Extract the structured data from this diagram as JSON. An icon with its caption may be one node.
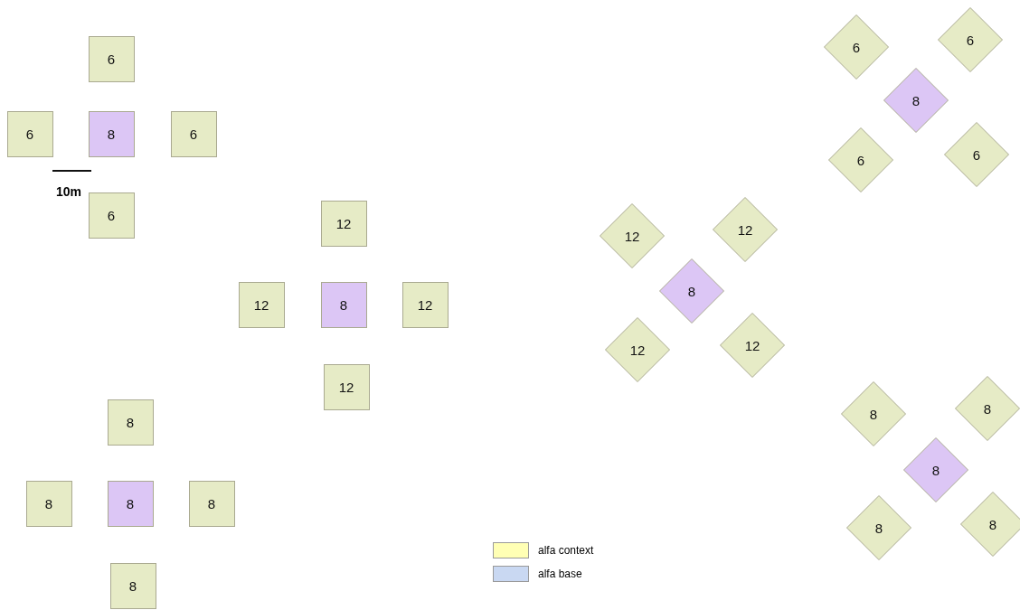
{
  "diagram": {
    "nodes": [
      {
        "text": [
          "6"
        ]
      },
      {
        "text": [
          "6"
        ]
      },
      {
        "text": [
          "8"
        ]
      },
      {
        "text": [
          "6"
        ]
      },
      {
        "text": [
          "6"
        ]
      },
      {
        "text": [
          "12"
        ]
      },
      {
        "text": [
          "12"
        ]
      },
      {
        "text": [
          "8"
        ]
      },
      {
        "text": [
          "12"
        ]
      },
      {
        "text": [
          "12"
        ]
      },
      {
        "text": [
          "8"
        ]
      },
      {
        "text": [
          "8"
        ]
      },
      {
        "text": [
          "8"
        ]
      },
      {
        "text": [
          "8"
        ]
      },
      {
        "text": [
          "8"
        ]
      },
      {
        "text": [
          "6"
        ]
      },
      {
        "text": [
          "6"
        ]
      },
      {
        "text": [
          "8"
        ]
      },
      {
        "text": [
          "6"
        ]
      },
      {
        "text": [
          "6"
        ]
      },
      {
        "text": [
          "12"
        ]
      },
      {
        "text": [
          "12"
        ]
      },
      {
        "text": [
          "8"
        ]
      },
      {
        "text": [
          "12"
        ]
      },
      {
        "text": [
          "12"
        ]
      },
      {
        "text": [
          "8"
        ]
      },
      {
        "text": [
          "8"
        ]
      },
      {
        "text": [
          "8"
        ]
      },
      {
        "text": [
          "8"
        ]
      },
      {
        "text": [
          "8"
        ]
      }
    ],
    "labels": [
      "10m"
    ],
    "legend": [
      {
        "text": "alfa context",
        "color": "#ffffb4"
      },
      {
        "text": "alfa base",
        "color": "#c9d8f2"
      }
    ]
  }
}
